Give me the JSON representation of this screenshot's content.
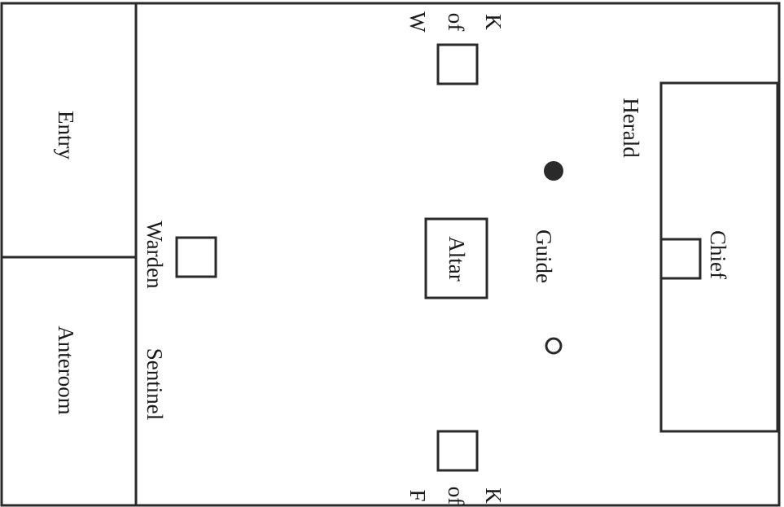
{
  "rooms": {
    "entry": "Entry",
    "anteroom": "Anteroom",
    "chief": "Chief"
  },
  "furniture": {
    "altar": "Altar"
  },
  "stations": {
    "herald": "Herald",
    "guide": "Guide",
    "warden": "Warden",
    "sentinel": "Sentinel",
    "k_of_w": [
      "K",
      "of",
      "W"
    ],
    "k_of_f": [
      "K",
      "of",
      "F"
    ]
  },
  "markers": {
    "filled": "filled-circle",
    "open": "open-circle"
  },
  "colors": {
    "ink": "#2a2a2a",
    "paper": "#ffffff"
  }
}
